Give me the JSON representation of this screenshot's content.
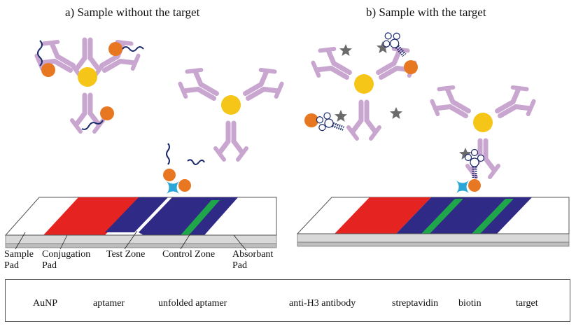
{
  "titles": {
    "a": "a) Sample without the target",
    "b": "b) Sample with the target"
  },
  "strip_labels": {
    "sample_pad_1": "Sample",
    "sample_pad_2": "Pad",
    "conjugation_pad_1": "Conjugation",
    "conjugation_pad_2": "Pad",
    "test_zone": "Test Zone",
    "control_zone": "Control Zone",
    "absorbant_pad_1": "Absorbant",
    "absorbant_pad_2": "Pad"
  },
  "legend": {
    "aunp": "AuNP",
    "aptamer": "aptamer",
    "unfolded_aptamer": "unfolded aptamer",
    "antibody": "anti-H3 antibody",
    "streptavidin": "streptavidin",
    "biotin": "biotin",
    "target": "target"
  },
  "colors": {
    "aunp": "#f5c518",
    "antibody": "#c9a6d0",
    "biotin": "#e87722",
    "streptavidin": "#2aa7d6",
    "target": "#6b6b6b",
    "aptamer_strand": "#1b2a6b",
    "conjugation_pad": "#e52320",
    "membrane": "#2e2a86",
    "control_line": "#1fa64a",
    "strip_base": "#c8c8c8"
  }
}
